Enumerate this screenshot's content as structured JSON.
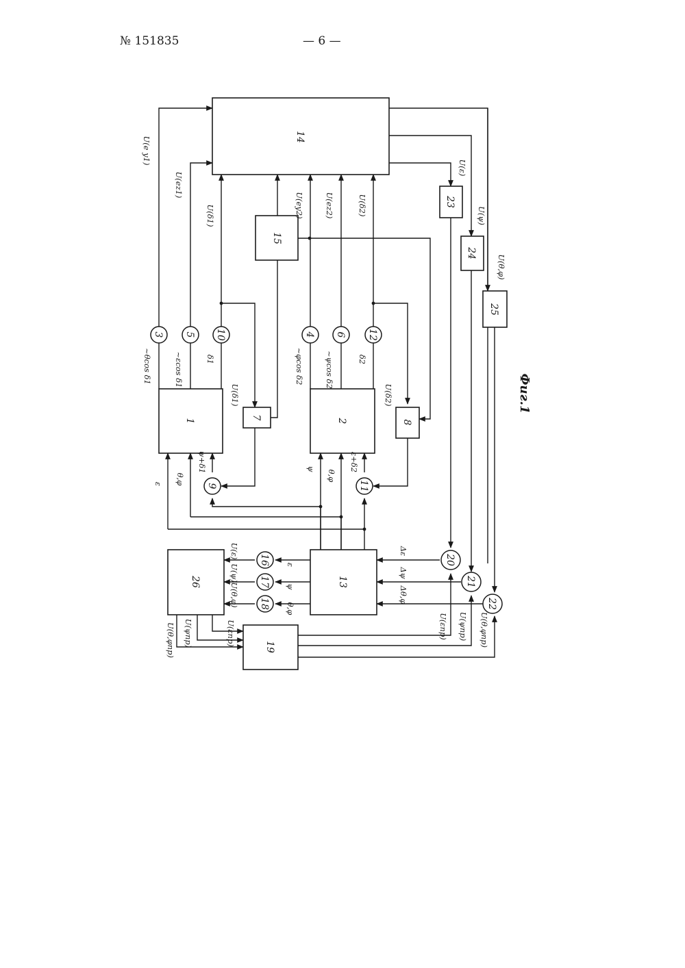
{
  "header": {
    "doc_number": "№ 151835",
    "page": "— 6 —"
  },
  "figure_caption": "Фиг.1",
  "blocks": {
    "b1": "1",
    "b2": "2",
    "b7": "7",
    "b8": "8",
    "b13": "13",
    "b14": "14",
    "b15": "15",
    "b19": "19",
    "b23": "23",
    "b24": "24",
    "b25": "25",
    "b26": "26"
  },
  "circles": {
    "c3": "3",
    "c4": "4",
    "c5": "5",
    "c6": "6",
    "c9": "9",
    "c10": "10",
    "c11": "11",
    "c12": "12",
    "c16": "16",
    "c17": "17",
    "c18": "18",
    "c20": "20",
    "c21": "21",
    "c22": "22"
  },
  "labels": {
    "ey1": "U(e y1)",
    "ez1": "U(ez1)",
    "d1": "U(δ1)",
    "ey2": "U(ey2)",
    "ez2": "U(ez2)",
    "d2": "U(δ2)",
    "ue": "U(ε)",
    "upsi": "U(ψ)",
    "utp": "U(θ,φ)",
    "thcos1": "~θcos δ1",
    "ecos1": "~εcos δ1",
    "delta1": "δ1",
    "phicos2": "~φcos δ2",
    "psicos2": "~ψcos δ2",
    "delta2": "δ2",
    "ud1b": "U(δ1)",
    "ud2b": "U(δ2)",
    "eps": "ε",
    "thphi1": "θ,φ",
    "psid1": "ψ+δ1",
    "psi": "ψ",
    "thphi2": "θ,φ",
    "ed2": "ε+δ2",
    "out_e": "ε",
    "out_psi": "ψ",
    "out_tp": "θ,φ",
    "u_e26": "U(ε)",
    "u_psi26": "U(ψ)",
    "u_tp26": "U(θ,φ)",
    "de": "Δε",
    "dpsi": "Δψ",
    "dtp": "Δθ,φ",
    "uenp": "U(εnp)",
    "uenp2": "U(εnp)",
    "upsinp": "U(ψnp)",
    "upsinp2": "U(ψnp)",
    "utpnp": "U(θ,φnp)",
    "utpnp2": "U(θ,φnp)"
  }
}
